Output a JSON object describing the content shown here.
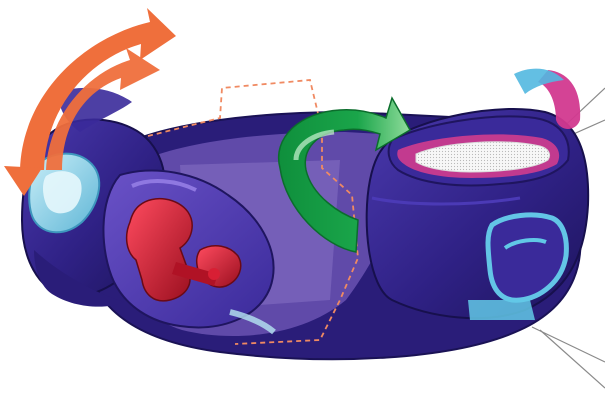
{
  "scene": {
    "subject": "",
    "colors": {
      "background": "#ffffff",
      "body_dark": "#2b1d7a",
      "body_mid": "#3a2a9a",
      "body_light": "#5342b8",
      "body_shadow": "#1d145c",
      "accent_cyan": "#61c8e6",
      "accent_cyan_light": "#b7e6f3",
      "accent_magenta": "#d2398f",
      "accent_red": "#c0182a",
      "arrow_orange": "#ef6f3c",
      "arrow_green": "#1aa54a",
      "arrow_green_light": "#8fdc9b",
      "outline_dashed": "#f08a62",
      "leader_gray": "#8a8a8a",
      "pad_white": "#f3f3f3"
    },
    "icons": [
      "orange-double-curved-arrow",
      "green-rotation-arrow",
      "dashed-outline",
      "callout-leader-lines"
    ]
  }
}
